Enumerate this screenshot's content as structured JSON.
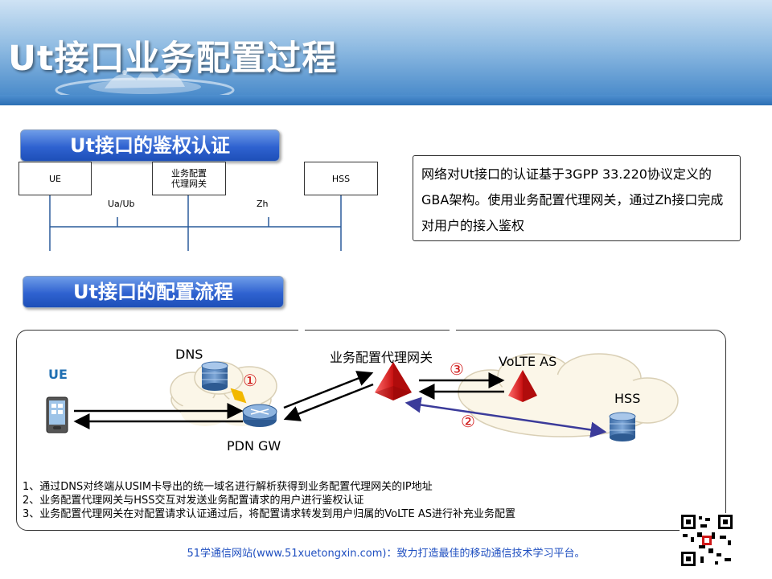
{
  "header": {
    "title": "Ut接口业务配置过程"
  },
  "auth_section": {
    "title": "Ut接口的鉴权认证",
    "nodes": {
      "ue": "UE",
      "proxy_line1": "业务配置",
      "proxy_line2": "代理网关",
      "hss": "HSS"
    },
    "interfaces": {
      "ua_ub": "Ua/Ub",
      "zh": "Zh"
    },
    "description": "网络对Ut接口的认证基于3GPP  33.220协议定义的GBA架构。使用业务配置代理网关，通过Zh接口完成对用户的接入鉴权"
  },
  "flow_section": {
    "title": "Ut接口的配置流程",
    "labels": {
      "ue": "UE",
      "dns": "DNS",
      "pdn_gw": "PDN GW",
      "proxy": "业务配置代理网关",
      "volte_as": "VoLTE AS",
      "hss": "HSS"
    },
    "steps": {
      "s1": "①",
      "s2": "②",
      "s3": "③"
    },
    "notes": [
      "1、通过DNS对终端从USIM卡导出的统一域名进行解析获得到业务配置代理网关的IP地址",
      "2、业务配置代理网关与HSS交互对发送业务配置请求的用户进行鉴权认证",
      "3、业务配置代理网关在对配置请求认证通过后，将配置请求转发到用户归属的VoLTE AS进行补充业务配置"
    ]
  },
  "footer": {
    "text": "51学通信网站(www.51xuetongxin.com)：致力打造最佳的移动通信技术学习平台。"
  },
  "colors": {
    "accent_blue": "#2f62d0",
    "step_red": "#d01818",
    "link_purple": "#3b3b9a"
  },
  "icons": [
    "water-splash-icon",
    "database-icon",
    "router-icon",
    "phone-icon",
    "pyramid-server-icon",
    "qr-code-icon"
  ]
}
